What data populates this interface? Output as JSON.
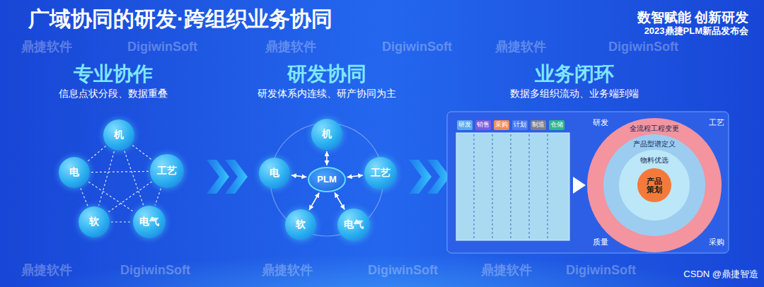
{
  "diagram": {
    "title": "广域协同的研发·跨组织业务协同",
    "nodes": [
      {
        "text": [
          "机"
        ]
      },
      {
        "text": [
          "电"
        ]
      },
      {
        "text": [
          "工艺"
        ]
      },
      {
        "text": [
          "软"
        ]
      },
      {
        "text": [
          "电气"
        ]
      },
      {
        "text": [
          "机"
        ]
      },
      {
        "text": [
          "电"
        ]
      },
      {
        "text": [
          "PLM"
        ]
      },
      {
        "text": [
          "工艺"
        ]
      },
      {
        "text": [
          "软"
        ]
      },
      {
        "text": [
          "电气"
        ]
      },
      {
        "text": [
          "研发"
        ]
      },
      {
        "text": [
          "销售"
        ]
      },
      {
        "text": [
          "采购"
        ]
      },
      {
        "text": [
          "计划"
        ]
      },
      {
        "text": [
          "制造"
        ]
      },
      {
        "text": [
          "仓储"
        ]
      },
      {
        "text": [
          "全流程工程变更"
        ]
      },
      {
        "text": [
          "产品型谱定义"
        ],
        "in": 17
      },
      {
        "text": [
          "物料优选"
        ],
        "in": 18
      },
      {
        "text": [
          "产品策划"
        ],
        "in": 19
      }
    ],
    "edges": [
      {
        "from": 0,
        "to": 1,
        "arrow": "none"
      },
      {
        "from": 0,
        "to": 2,
        "arrow": "none"
      },
      {
        "from": 0,
        "to": 3,
        "arrow": "none"
      },
      {
        "from": 0,
        "to": 4,
        "arrow": "none"
      },
      {
        "from": 1,
        "to": 2,
        "arrow": "none"
      },
      {
        "from": 1,
        "to": 3,
        "arrow": "none"
      },
      {
        "from": 1,
        "to": 4,
        "arrow": "none"
      },
      {
        "from": 2,
        "to": 3,
        "arrow": "none"
      },
      {
        "from": 2,
        "to": 4,
        "arrow": "none"
      },
      {
        "from": 3,
        "to": 4,
        "arrow": "none"
      },
      {
        "from": 7,
        "to": 5,
        "arrow": "both"
      },
      {
        "from": 7,
        "to": 6,
        "arrow": "both"
      },
      {
        "from": 7,
        "to": 8,
        "arrow": "both"
      },
      {
        "from": 7,
        "to": 9,
        "arrow": "both"
      },
      {
        "from": 7,
        "to": 10,
        "arrow": "both"
      }
    ],
    "labels": [
      "数智赋能 创新研发",
      "2023鼎捷PLM新品发布会",
      "专业协作",
      "信息点状分段、数据重叠",
      "研发协同",
      "研发体系内连续、研产协同为主",
      "业务闭环",
      "数据多组织流动、业务端到端",
      "研发",
      "工艺",
      "质量",
      "采购",
      "鼎捷软件",
      "DigiwinSoft",
      "鼎捷软件",
      "DigiwinSoft",
      "鼎捷软件",
      "DigiwinSoft",
      "鼎捷软件",
      "DigiwinSoft",
      "鼎捷软件",
      "DigiwinSoft",
      "鼎捷软件",
      "DigiwinSoft",
      "CSDN @鼎捷智造"
    ]
  }
}
